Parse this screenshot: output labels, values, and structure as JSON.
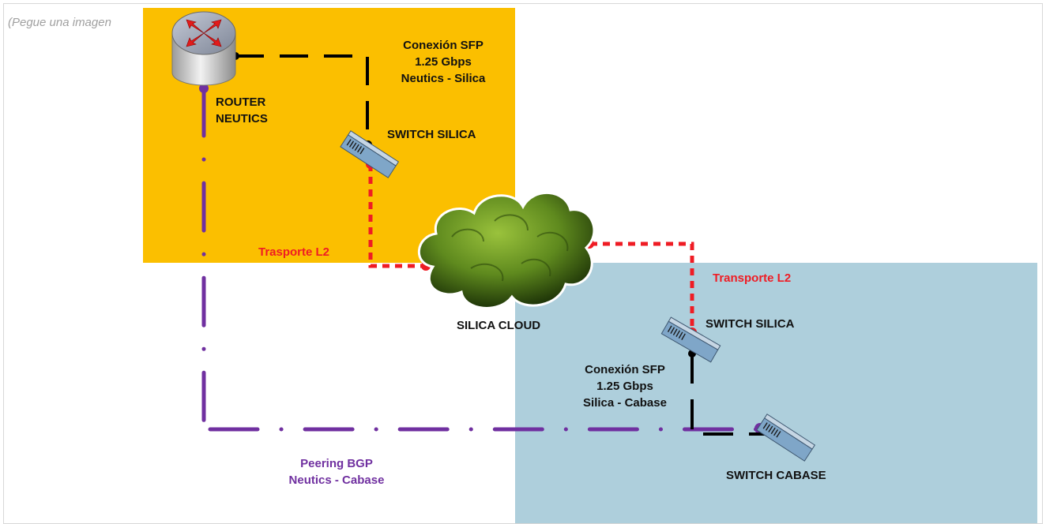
{
  "placeholder": "(Pegue una imagen",
  "labels": {
    "router_neutics": "ROUTER\nNEUTICS",
    "sfp_top": "Conexión SFP\n1.25 Gbps\nNeutics - Silica",
    "switch_silica_top": "SWITCH SILICA",
    "transporte_left": "Trasporte L2",
    "silica_cloud": "SILICA CLOUD",
    "transporte_right": "Transporte L2",
    "switch_silica_bottom": "SWITCH SILICA",
    "sfp_bottom": "Conexión SFP\n1.25 Gbps\nSilica - Cabase",
    "switch_cabase": "SWITCH CABASE",
    "peering_bgp": "Peering BGP\nNeutics - Cabase"
  },
  "icons": {
    "router": "router-icon",
    "switch": "switch-icon",
    "cloud": "cloud-icon"
  },
  "colors": {
    "orange_zone": "#fbbf00",
    "blue_zone": "#aecfdc",
    "sfp_line": "#000000",
    "transport_line": "#ef1c24",
    "peering_line": "#7030a0"
  }
}
